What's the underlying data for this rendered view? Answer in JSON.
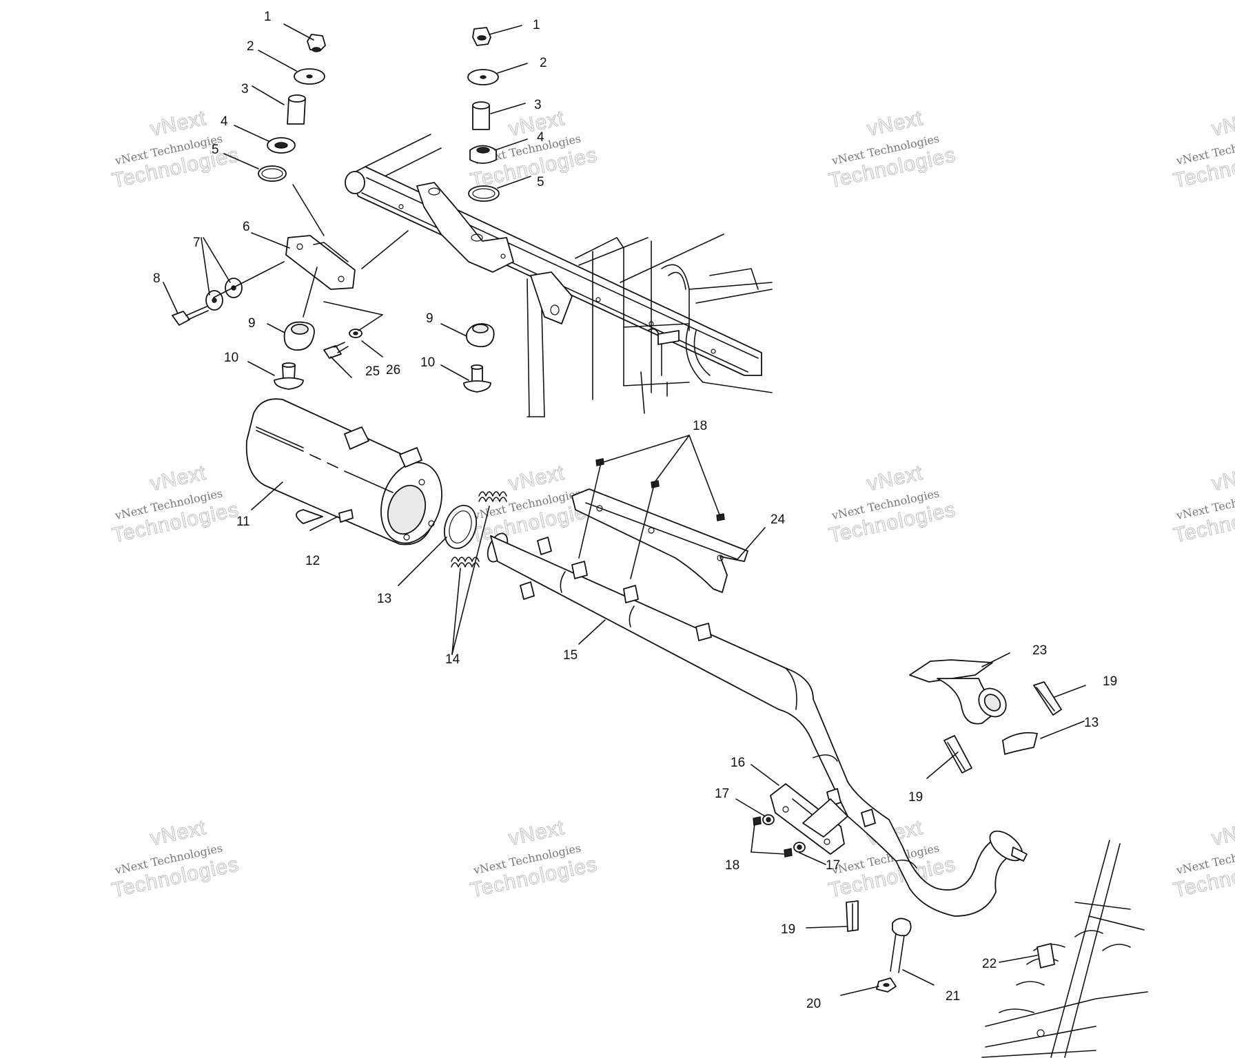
{
  "watermark": {
    "line1": "vNext",
    "line2": "vNext Technologies",
    "line3": "Technologies"
  },
  "callouts": {
    "c1a": "1",
    "c2a": "2",
    "c3a": "3",
    "c4a": "4",
    "c5a": "5",
    "c1b": "1",
    "c2b": "2",
    "c3b": "3",
    "c4b": "4",
    "c5b": "5",
    "c6": "6",
    "c7": "7",
    "c8": "8",
    "c9a": "9",
    "c9b": "9",
    "c10a": "10",
    "c10b": "10",
    "c11": "11",
    "c12": "12",
    "c13a": "13",
    "c13b": "13",
    "c14": "14",
    "c15": "15",
    "c16": "16",
    "c17a": "17",
    "c17b": "17",
    "c18a": "18",
    "c18b": "18",
    "c19a": "19",
    "c19b": "19",
    "c19c": "19",
    "c20": "20",
    "c21": "21",
    "c22": "22",
    "c23": "23",
    "c24": "24",
    "c25": "25",
    "c26": "26"
  }
}
